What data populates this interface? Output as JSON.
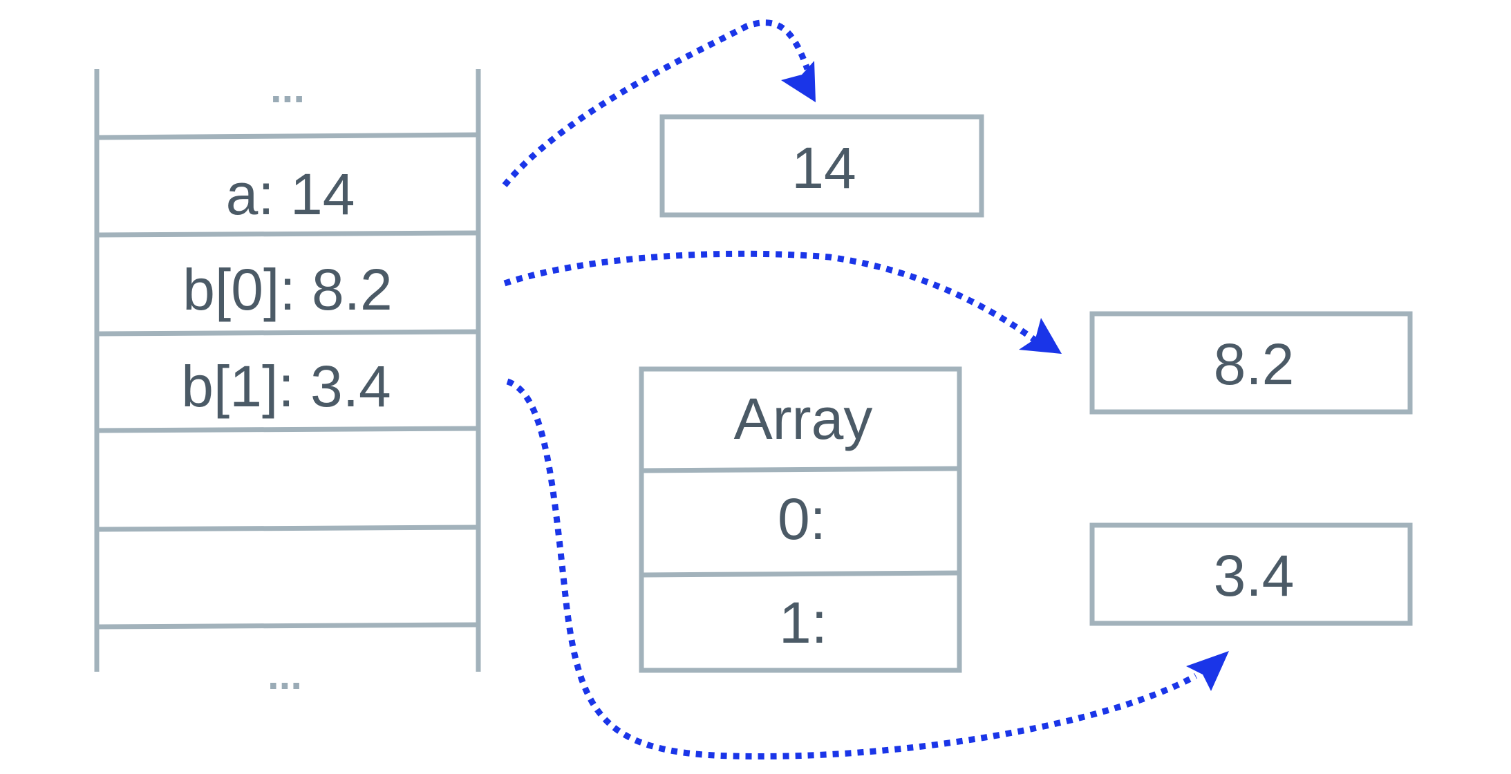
{
  "stack": {
    "top_ellipsis": "...",
    "bottom_ellipsis": "...",
    "cells": [
      {
        "label": "a: 14"
      },
      {
        "label": "b[0]: 8.2"
      },
      {
        "label": "b[1]: 3.4"
      },
      {
        "label": ""
      },
      {
        "label": ""
      }
    ]
  },
  "heap": {
    "box_a": {
      "value": "14"
    },
    "box_b0": {
      "value": "8.2"
    },
    "box_b1": {
      "value": "3.4"
    },
    "array": {
      "title": "Array",
      "rows": [
        {
          "label": "0:"
        },
        {
          "label": "1:"
        }
      ]
    }
  },
  "colors": {
    "frame": "#a2b2bb",
    "text": "#4b5a66",
    "arrow": "#1a35e8"
  }
}
